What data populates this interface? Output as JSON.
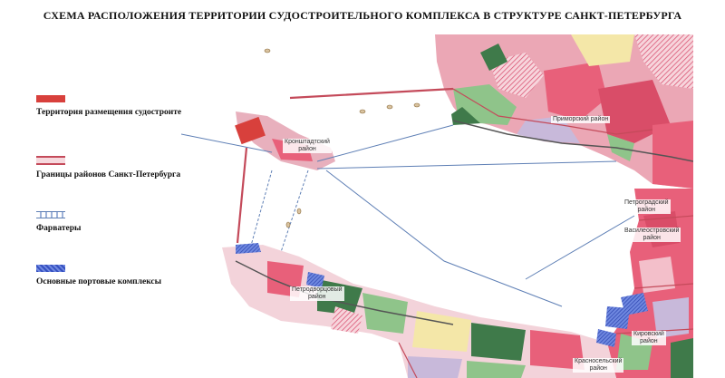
{
  "title": "СХЕМА РАСПОЛОЖЕНИЯ ТЕРРИТОРИИ СУДОСТРОИТЕЛЬНОГО КОМПЛЕКСА В СТРУКТУРЕ САНКТ-ПЕТЕРБУРГА",
  "legend": {
    "shipyard": {
      "label": "Территория размещения судостроительного комплекса",
      "color": "#d8403c"
    },
    "borders": {
      "label": "Границы районов Санкт-Петербурга",
      "color": "#c44a5a"
    },
    "fairways": {
      "label": "Фарватеры",
      "color": "#5e7fb5"
    },
    "ports": {
      "label": "Основные портовые комплексы",
      "color": "#4060c8"
    }
  },
  "districts": {
    "kronshtadt": "Кронштадтский\nрайон",
    "primorsky": "Приморский район",
    "petrogradsky": "Петроградский\nрайон",
    "vasileostrovsky": "Василеостровский\nрайон",
    "petrodvortsovy": "Петродворцовый\nрайон",
    "kirovsky": "Кировский\nрайон",
    "krasnoselsky": "Красносельский\nрайон"
  },
  "colors": {
    "water": "#ffffff",
    "urban": "#e8607a",
    "green": "#8fc48a",
    "forest": "#3f7a4a",
    "sand": "#f4e7a8",
    "lilac": "#c8b9da",
    "road": "#555555"
  }
}
